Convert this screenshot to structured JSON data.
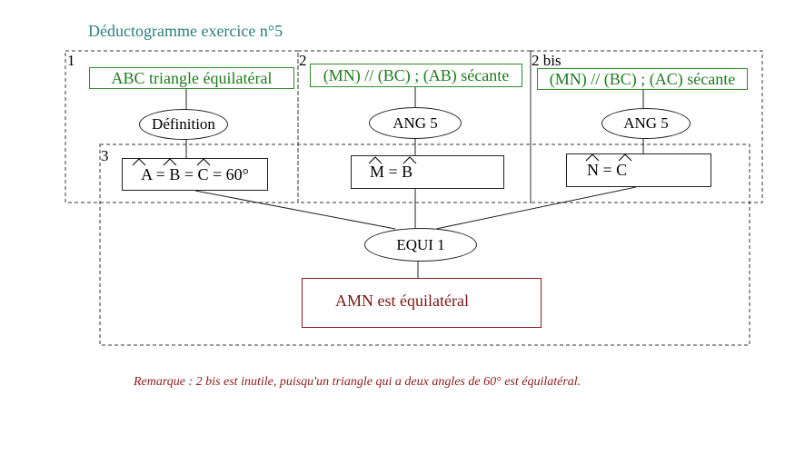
{
  "title": "Déductogramme exercice n°5",
  "regions": {
    "r1": "1",
    "r2": "2",
    "r2bis": "2 bis",
    "r3": "3"
  },
  "premises": {
    "p1": "ABC triangle équilatéral",
    "p2": "(MN) // (BC) ; (AB) sécante",
    "p2bis": "(MN) // (BC) ; (AC) sécante"
  },
  "rules": {
    "definition": "Définition",
    "ang5_a": "ANG 5",
    "ang5_b": "ANG 5",
    "equi1": "EQUI 1"
  },
  "results": {
    "angles_abc": "A = B = C = 60°",
    "angles_mb": "M = B",
    "angles_nc": "N = C"
  },
  "conclusion": "AMN est équilatéral",
  "remark": "Remarque : 2 bis est inutile, puisqu'un triangle qui a deux angles de 60° est équilatéral.",
  "colors": {
    "title": "#2a7f7a",
    "premise": "#2e8b2e",
    "conclusion": "#8b1a1a"
  }
}
